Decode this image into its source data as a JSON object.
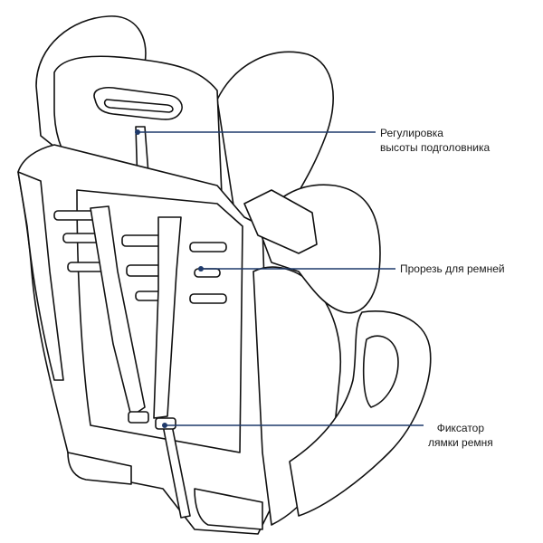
{
  "colors": {
    "line_art": "#111111",
    "leader_line": "#1f3a6b",
    "background": "#ffffff",
    "text": "#1a1a1a"
  },
  "callouts": {
    "headrest_adjust": {
      "line1": "Регулировка",
      "line2": "высоты подголовника"
    },
    "belt_slot": {
      "line1": "Прорезь для ремней"
    },
    "strap_lock": {
      "line1": "Фиксатор",
      "line2": "лямки ремня"
    }
  }
}
